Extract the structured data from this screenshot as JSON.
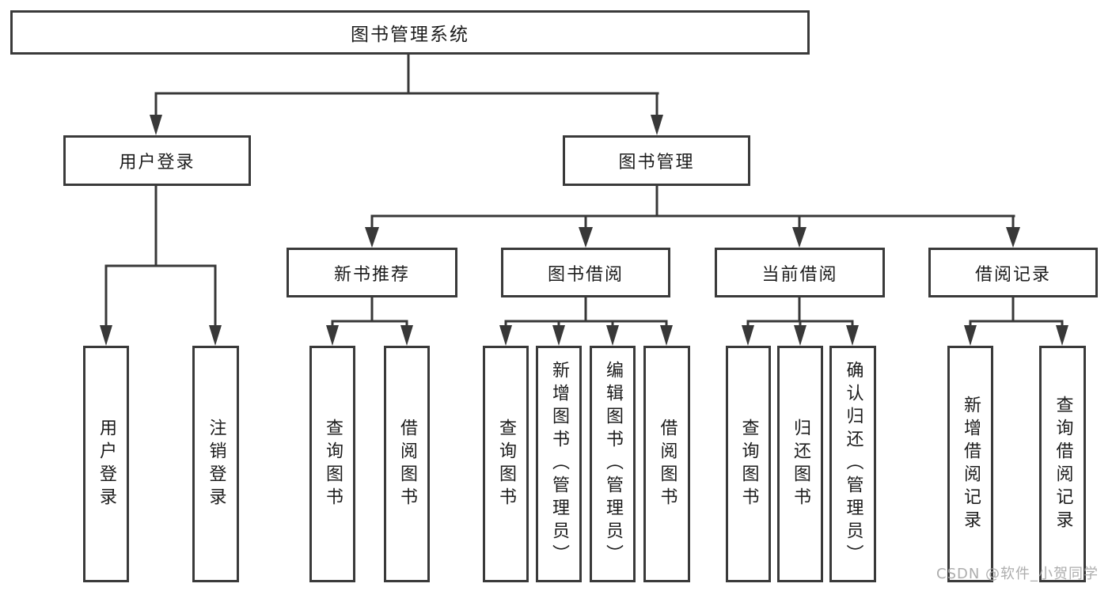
{
  "tree": {
    "root": {
      "label": "图书管理系统"
    },
    "branches": [
      {
        "label": "用户登录",
        "children": [
          {
            "label": "用户登录"
          },
          {
            "label": "注销登录"
          }
        ]
      },
      {
        "label": "图书管理",
        "children": [
          {
            "label": "新书推荐",
            "children": [
              {
                "label": "查询图书"
              },
              {
                "label": "借阅图书"
              }
            ]
          },
          {
            "label": "图书借阅",
            "children": [
              {
                "label": "查询图书"
              },
              {
                "label": "新增图书（管理员）"
              },
              {
                "label": "编辑图书（管理员）"
              },
              {
                "label": "借阅图书"
              }
            ]
          },
          {
            "label": "当前借阅",
            "children": [
              {
                "label": "查询图书"
              },
              {
                "label": "归还图书"
              },
              {
                "label": "确认归还（管理员）"
              }
            ]
          },
          {
            "label": "借阅记录",
            "children": [
              {
                "label": "新增借阅记录"
              },
              {
                "label": "查询借阅记录"
              }
            ]
          }
        ]
      }
    ]
  },
  "watermark": {
    "text": "CSDN @软件_小贺同学"
  },
  "colors": {
    "line": "#383838",
    "box_border": "#3a3a3a",
    "text": "#1c1c1c",
    "background": "#ffffff",
    "watermark": "#a4a4a4"
  }
}
